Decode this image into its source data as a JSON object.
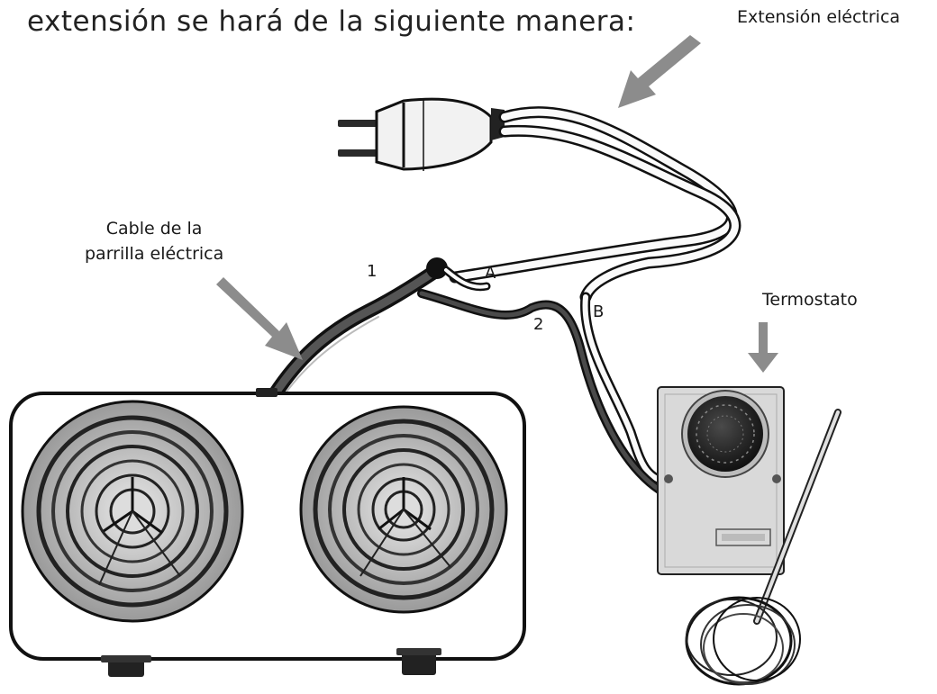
{
  "heading": "extensión se hará de la siguiente manera:",
  "labels": {
    "extension": "Extensión eléctrica",
    "cable_line1": "Cable de la",
    "cable_line2": "parrilla eléctrica",
    "thermostat": "Termostato",
    "wire_1": "1",
    "wire_A": "A",
    "wire_2": "2",
    "wire_B": "B"
  },
  "colors": {
    "arrow": "#8c8c8c",
    "ink": "#1a1a1a",
    "wire_dark": "#2b2b2b",
    "thermostat_body": "#d9d9d9"
  }
}
